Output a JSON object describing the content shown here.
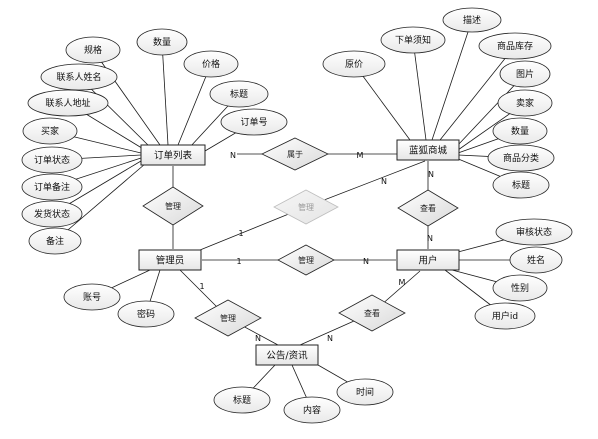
{
  "entities": [
    {
      "id": "order_list",
      "label": "订单列表"
    },
    {
      "id": "mall",
      "label": "蓝狐商城"
    },
    {
      "id": "admin",
      "label": "管理员"
    },
    {
      "id": "user",
      "label": "用户"
    },
    {
      "id": "notice",
      "label": "公告/资讯"
    }
  ],
  "relationships": [
    {
      "id": "belongs",
      "label": "属于",
      "from": "order_list",
      "to": "mall",
      "card_from": "N",
      "card_to": "M"
    },
    {
      "id": "manage_orders",
      "label": "管理",
      "from": "order_list",
      "to": "admin",
      "card_from": "",
      "card_to": ""
    },
    {
      "id": "manage_mall",
      "label": "管理",
      "from": "admin",
      "to": "mall",
      "card_from": "1",
      "card_to": "N"
    },
    {
      "id": "view_mall",
      "label": "查看",
      "from": "user",
      "to": "mall",
      "card_from": "N",
      "card_to": "N"
    },
    {
      "id": "manage_users",
      "label": "管理",
      "from": "admin",
      "to": "user",
      "card_from": "1",
      "card_to": "N"
    },
    {
      "id": "manage_notice",
      "label": "管理",
      "from": "admin",
      "to": "notice",
      "card_from": "1",
      "card_to": "N"
    },
    {
      "id": "view_notice",
      "label": "查看",
      "from": "user",
      "to": "notice",
      "card_from": "M",
      "card_to": "N"
    }
  ],
  "attributes": [
    {
      "entity": "order_list",
      "label": "规格"
    },
    {
      "entity": "order_list",
      "label": "数量"
    },
    {
      "entity": "order_list",
      "label": "价格"
    },
    {
      "entity": "order_list",
      "label": "联系人姓名"
    },
    {
      "entity": "order_list",
      "label": "标题"
    },
    {
      "entity": "order_list",
      "label": "联系人地址"
    },
    {
      "entity": "order_list",
      "label": "订单号"
    },
    {
      "entity": "order_list",
      "label": "买家"
    },
    {
      "entity": "order_list",
      "label": "订单状态"
    },
    {
      "entity": "order_list",
      "label": "订单备注"
    },
    {
      "entity": "order_list",
      "label": "发货状态"
    },
    {
      "entity": "order_list",
      "label": "备注"
    },
    {
      "entity": "mall",
      "label": "描述"
    },
    {
      "entity": "mall",
      "label": "下单须知"
    },
    {
      "entity": "mall",
      "label": "商品库存"
    },
    {
      "entity": "mall",
      "label": "原价"
    },
    {
      "entity": "mall",
      "label": "图片"
    },
    {
      "entity": "mall",
      "label": "卖家"
    },
    {
      "entity": "mall",
      "label": "数量"
    },
    {
      "entity": "mall",
      "label": "商品分类"
    },
    {
      "entity": "mall",
      "label": "标题"
    },
    {
      "entity": "user",
      "label": "审核状态"
    },
    {
      "entity": "user",
      "label": "姓名"
    },
    {
      "entity": "user",
      "label": "性别"
    },
    {
      "entity": "user",
      "label": "用户id"
    },
    {
      "entity": "admin",
      "label": "账号"
    },
    {
      "entity": "admin",
      "label": "密码"
    },
    {
      "entity": "notice",
      "label": "时间"
    },
    {
      "entity": "notice",
      "label": "标题"
    },
    {
      "entity": "notice",
      "label": "内容"
    }
  ]
}
